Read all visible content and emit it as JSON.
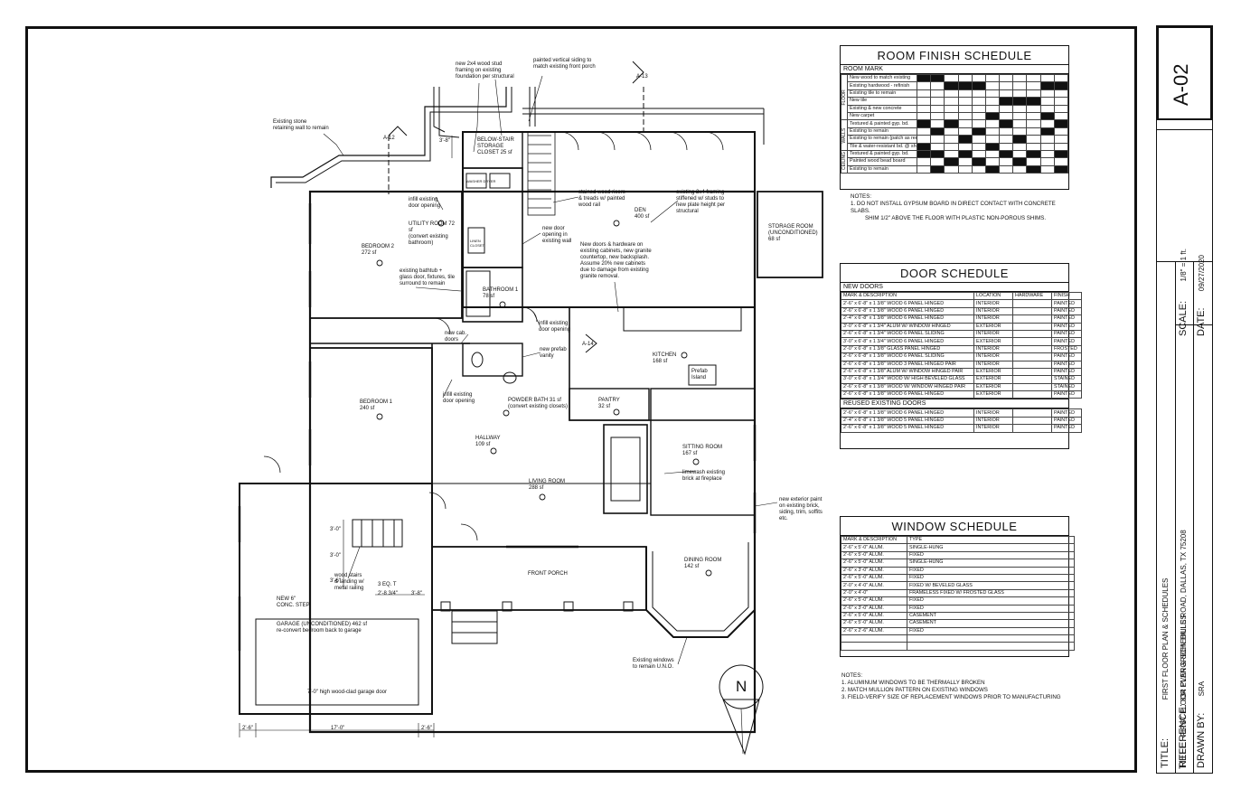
{
  "sheet": {
    "number": "A-02",
    "title_label": "TITLE:",
    "title": "FIRST FLOOR PLAN & SCHEDULES",
    "reference_label": "REFERENCE:",
    "reference": "834 EVERGREEN HILLS ROAD, DALLAS, TX 75208",
    "drawn_by_label": "DRAWN BY:",
    "drawn_by": "SRA",
    "scale_label": "SCALE:",
    "scale": "1/8\" = 1 ft.",
    "date_label": "DATE:",
    "date": "09/27/2020"
  },
  "room_finish": {
    "title": "ROOM FINISH SCHEDULE",
    "header": "ROOM MARK",
    "groups": [
      {
        "name": "FLOOR",
        "rows": [
          "New wood to match existing",
          "Existing hardwood - refinish",
          "Existing tile to remain",
          "New tile",
          "Existing & new concrete",
          "New carpet"
        ]
      },
      {
        "name": "WALLS",
        "rows": [
          "Textured & painted gyp. bd.",
          "Existing to remain",
          "Existing to remain (patch as req'd)",
          "Tile & water-resistant bd. @ shower"
        ]
      },
      {
        "name": "CEILING",
        "rows": [
          "Textured & painted gyp. bd.",
          "Painted wood bead board",
          "Existing to remain"
        ]
      }
    ],
    "notes_label": "NOTES:",
    "notes": [
      "1.    DO NOT INSTALL GYPSUM BOARD IN DIRECT CONTACT WITH CONCRETE SLABS.",
      "SHIM 1/2\" ABOVE THE FLOOR WITH PLASTIC NON-POROUS SHIMS."
    ]
  },
  "door_schedule": {
    "title": "DOOR SCHEDULE",
    "new_label": "NEW DOORS",
    "columns": [
      "MARK & DESCRIPTION",
      "LOCATION",
      "HARDWARE",
      "FINISH"
    ],
    "new_doors": [
      [
        "2'-6\" x 6'-8\" x 1 3/8\" WOOD 6 PANEL HINGED",
        "INTERIOR",
        "",
        "PAINTED"
      ],
      [
        "2'-6\" x 6'-8\" x 1 3/8\" WOOD 6 PANEL HINGED",
        "INTERIOR",
        "",
        "PAINTED"
      ],
      [
        "2'-4\" x 6'-8\" x 1 3/8\" WOOD 6 PANEL HINGED",
        "INTERIOR",
        "",
        "PAINTED"
      ],
      [
        "3'-0\" x 6'-8\" x 1 3/4\" ALUM W/ WINDOW HINGED",
        "EXTERIOR",
        "",
        "PAINTED"
      ],
      [
        "2'-6\" x 6'-8\" x 1 3/4\" WOOD 6 PANEL SLIDING",
        "INTERIOR",
        "",
        "PAINTED"
      ],
      [
        "3'-0\" x 6'-8\" x 1 3/4\" WOOD 6 PANEL HINGED",
        "EXTERIOR",
        "",
        "PAINTED"
      ],
      [
        "2'-0\" x 6'-8\" x 1 3/8\" GLASS PANEL HINGED",
        "INTERIOR",
        "",
        "FROSTED"
      ],
      [
        "2'-6\" x 6'-8\" x 1 3/8\" WOOD 6 PANEL SLIDING",
        "INTERIOR",
        "",
        "PAINTED"
      ],
      [
        "2'-6\" x 6'-8\" x 1 3/8\" WOOD 3 PANEL HINGED PAIR",
        "INTERIOR",
        "",
        "PAINTED"
      ],
      [
        "2'-6\" x 6'-8\" x 1 3/8\" ALUM W/ WINDOW HINGED PAIR",
        "EXTERIOR",
        "",
        "PAINTED"
      ],
      [
        "3'-0\" x 6'-8\" x 1 3/4\" WOOD W/ HIGH BEVELED GLASS",
        "EXTERIOR",
        "",
        "STAINED"
      ],
      [
        "2'-6\" x 6'-8\" x 1 3/8\" WOOD W/ WINDOW HINGED PAIR",
        "EXTERIOR",
        "",
        "STAINED"
      ],
      [
        "2'-6\" x 6'-8\" x 1 3/8\" WOOD 6 PANEL HINGED",
        "EXTERIOR",
        "",
        "PAINTED"
      ]
    ],
    "reused_label": "REUSED EXISTING DOORS",
    "reused_doors": [
      [
        "2'-6\" x 6'-8\" x 1 3/8\" WOOD 6 PANEL HINGED",
        "INTERIOR",
        "",
        "PAINTED"
      ],
      [
        "2'-4\" x 6'-8\" x 1 3/8\" WOOD 5 PANEL HINGED",
        "INTERIOR",
        "",
        "PAINTED"
      ],
      [
        "2'-6\" x 6'-8\" x 1 3/8\" WOOD 5 PANEL HINGED",
        "INTERIOR",
        "",
        "PAINTED"
      ]
    ]
  },
  "window_schedule": {
    "title": "WINDOW SCHEDULE",
    "columns": [
      "MARK & DESCRIPTION",
      "TYPE"
    ],
    "rows": [
      [
        "2'-6\" x 5'-0\" ALUM.",
        "SINGLE-HUNG"
      ],
      [
        "2'-6\" x 5'-0\" ALUM.",
        "FIXED"
      ],
      [
        "2'-6\" x 5'-0\" ALUM.",
        "SINGLE-HUNG"
      ],
      [
        "2'-6\" x 3'-0\" ALUM.",
        "FIXED"
      ],
      [
        "2'-6\" x 5'-0\" ALUM.",
        "FIXED"
      ],
      [
        "2'-0\" x 4'-0\" ALUM.",
        "FIXED W/ BEVELED GLASS"
      ],
      [
        "2'-0\" x 4'-0\"",
        "FRAMELESS FIXED W/ FROSTED GLASS"
      ],
      [
        "2'-6\" x 5'-0\" ALUM.",
        "FIXED"
      ],
      [
        "2'-6\" x 3'-0\" ALUM.",
        "FIXED"
      ],
      [
        "2'-6\" x 5'-0\" ALUM.",
        "CASEMENT"
      ],
      [
        "2'-6\" x 5'-0\" ALUM.",
        "CASEMENT"
      ],
      [
        "2'-6\" x 2'-6\" ALUM.",
        "FIXED"
      ],
      [
        "",
        ""
      ],
      [
        "",
        ""
      ]
    ],
    "notes_label": "NOTES:",
    "notes": [
      "1.    ALUMINUM WINDOWS TO BE THERMALLY BROKEN",
      "2.    MATCH MULLION PATTERN ON EXISTING WINDOWS",
      "3.    FIELD-VERIFY SIZE OF REPLACEMENT WINDOWS PRIOR TO MANUFACTURING"
    ]
  },
  "rooms": [
    {
      "name": "BEDROOM 2",
      "area": "272 sf"
    },
    {
      "name": "UTILITY ROOM 72 sf",
      "area": "(convert existing bathroom)"
    },
    {
      "name": "BATHROOM 1",
      "area": "78 sf"
    },
    {
      "name": "BEDROOM 1",
      "area": "240 sf"
    },
    {
      "name": "POWDER BATH 31 sf",
      "area": "(convert existing closets)"
    },
    {
      "name": "HALLWAY",
      "area": "109 sf"
    },
    {
      "name": "DEN",
      "area": "400 sf"
    },
    {
      "name": "KITCHEN",
      "area": "168 sf"
    },
    {
      "name": "PANTRY",
      "area": "32 sf"
    },
    {
      "name": "SITTING ROOM",
      "area": "167 sf"
    },
    {
      "name": "LIVING ROOM",
      "area": "288 sf"
    },
    {
      "name": "DINING ROOM",
      "area": "142 sf"
    },
    {
      "name": "STORAGE ROOM",
      "area": "(UNCONDITIONED) 68 sf"
    },
    {
      "name": "GARAGE (UNCONDITIONED) 462 sf",
      "area": "re-convert bedroom back to garage"
    },
    {
      "name": "BELOW-STAIR",
      "area": "STORAGE CLOSET 25 sf"
    },
    {
      "name": "FRONT PORCH",
      "area": ""
    }
  ],
  "annotations": {
    "stud_framing": "new 2x4 wood stud framing on existing foundation per structural",
    "vertical_siding": "painted vertical siding to match existing front porch",
    "retaining_wall": "Existing stone retaining wall to remain",
    "infill_door_1": "infill existing door opening",
    "stained_risers": "stained wood risers & treads w/ painted wood rail",
    "den_framing": "existing 2x4 framing stiffened w/ studs to new plate height per structural",
    "new_door_opening": "new door opening in existing wall",
    "bathtub": "existing bathtub + glass door, fixtures, tile surround to remain",
    "cabinets": "New doors & hardware on existing cabinets, new granite countertop, new backsplash. Assume 20% new cabinets due to damage from existing granite removal.",
    "infill_door_2": "infill existing door opening",
    "new_cab_doors": "new cab. doors",
    "prefab_vanity": "new prefab vanity",
    "infill_door_3": "infill existing door opening",
    "limewash": "limewash existing brick at fireplace",
    "ext_paint": "new exterior paint on existing brick, siding, trim, soffits etc.",
    "wood_stairs": "wood stairs & landing w/ metal railing",
    "conc_step": "NEW 6\" CONC. STEP",
    "eq": "3 EQ. T",
    "eq_dim": "2'-8 3/4\"",
    "existing_windows": "Existing windows to remain U.N.O.",
    "garage_door": "7'-0\" high wood-clad garage door",
    "prefab_island": "Prefab Island",
    "washer": "WASHER DRYER",
    "linen": "LINEN CLOSET",
    "north": "N",
    "dim_17": "17'-0\"",
    "dim_a": "2'-6\"",
    "dim_b": "2'-6\"",
    "dim_c": "3'-0\"",
    "dim_d": "3'-0\"",
    "dim_e": "3'-8\"",
    "dim_f": "3'-8\"",
    "dim_g": "3'-6\"",
    "section_a12": "A-12",
    "section_a13": "A-13",
    "section_a14": "A-14"
  }
}
